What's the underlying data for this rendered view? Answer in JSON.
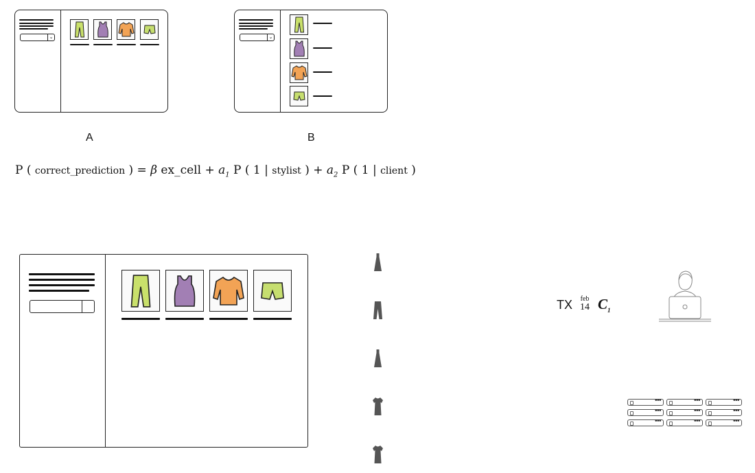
{
  "captions": {
    "a": "A",
    "b": "B"
  },
  "formula": {
    "lhs": "P",
    "lhs_arg": "correct_prediction",
    "beta": "β",
    "term1": "ex_cell",
    "a": "a",
    "sub1": "1",
    "sub2": "2",
    "p": "P",
    "one": "1",
    "given_stylist": "stylist",
    "given_client": "client"
  },
  "side_label": {
    "state": "TX",
    "month": "feb",
    "day": "14",
    "c": "C",
    "c_sub": "1"
  },
  "icons": {
    "clothing": [
      "pants-icon",
      "tank-top-icon",
      "sweater-icon",
      "shorts-icon"
    ],
    "dresses": [
      "dress-icon",
      "jumpsuit-icon",
      "dress-icon",
      "tshirt-dress-icon",
      "tshirt-dress-icon"
    ],
    "person": "person-laptop-icon",
    "servers": "server-rack-icon"
  },
  "colors": {
    "pants": "#c9e06b",
    "tank": "#a27fb4",
    "sweater": "#f2a355",
    "shorts": "#c6de6f",
    "dress": "#555555"
  }
}
